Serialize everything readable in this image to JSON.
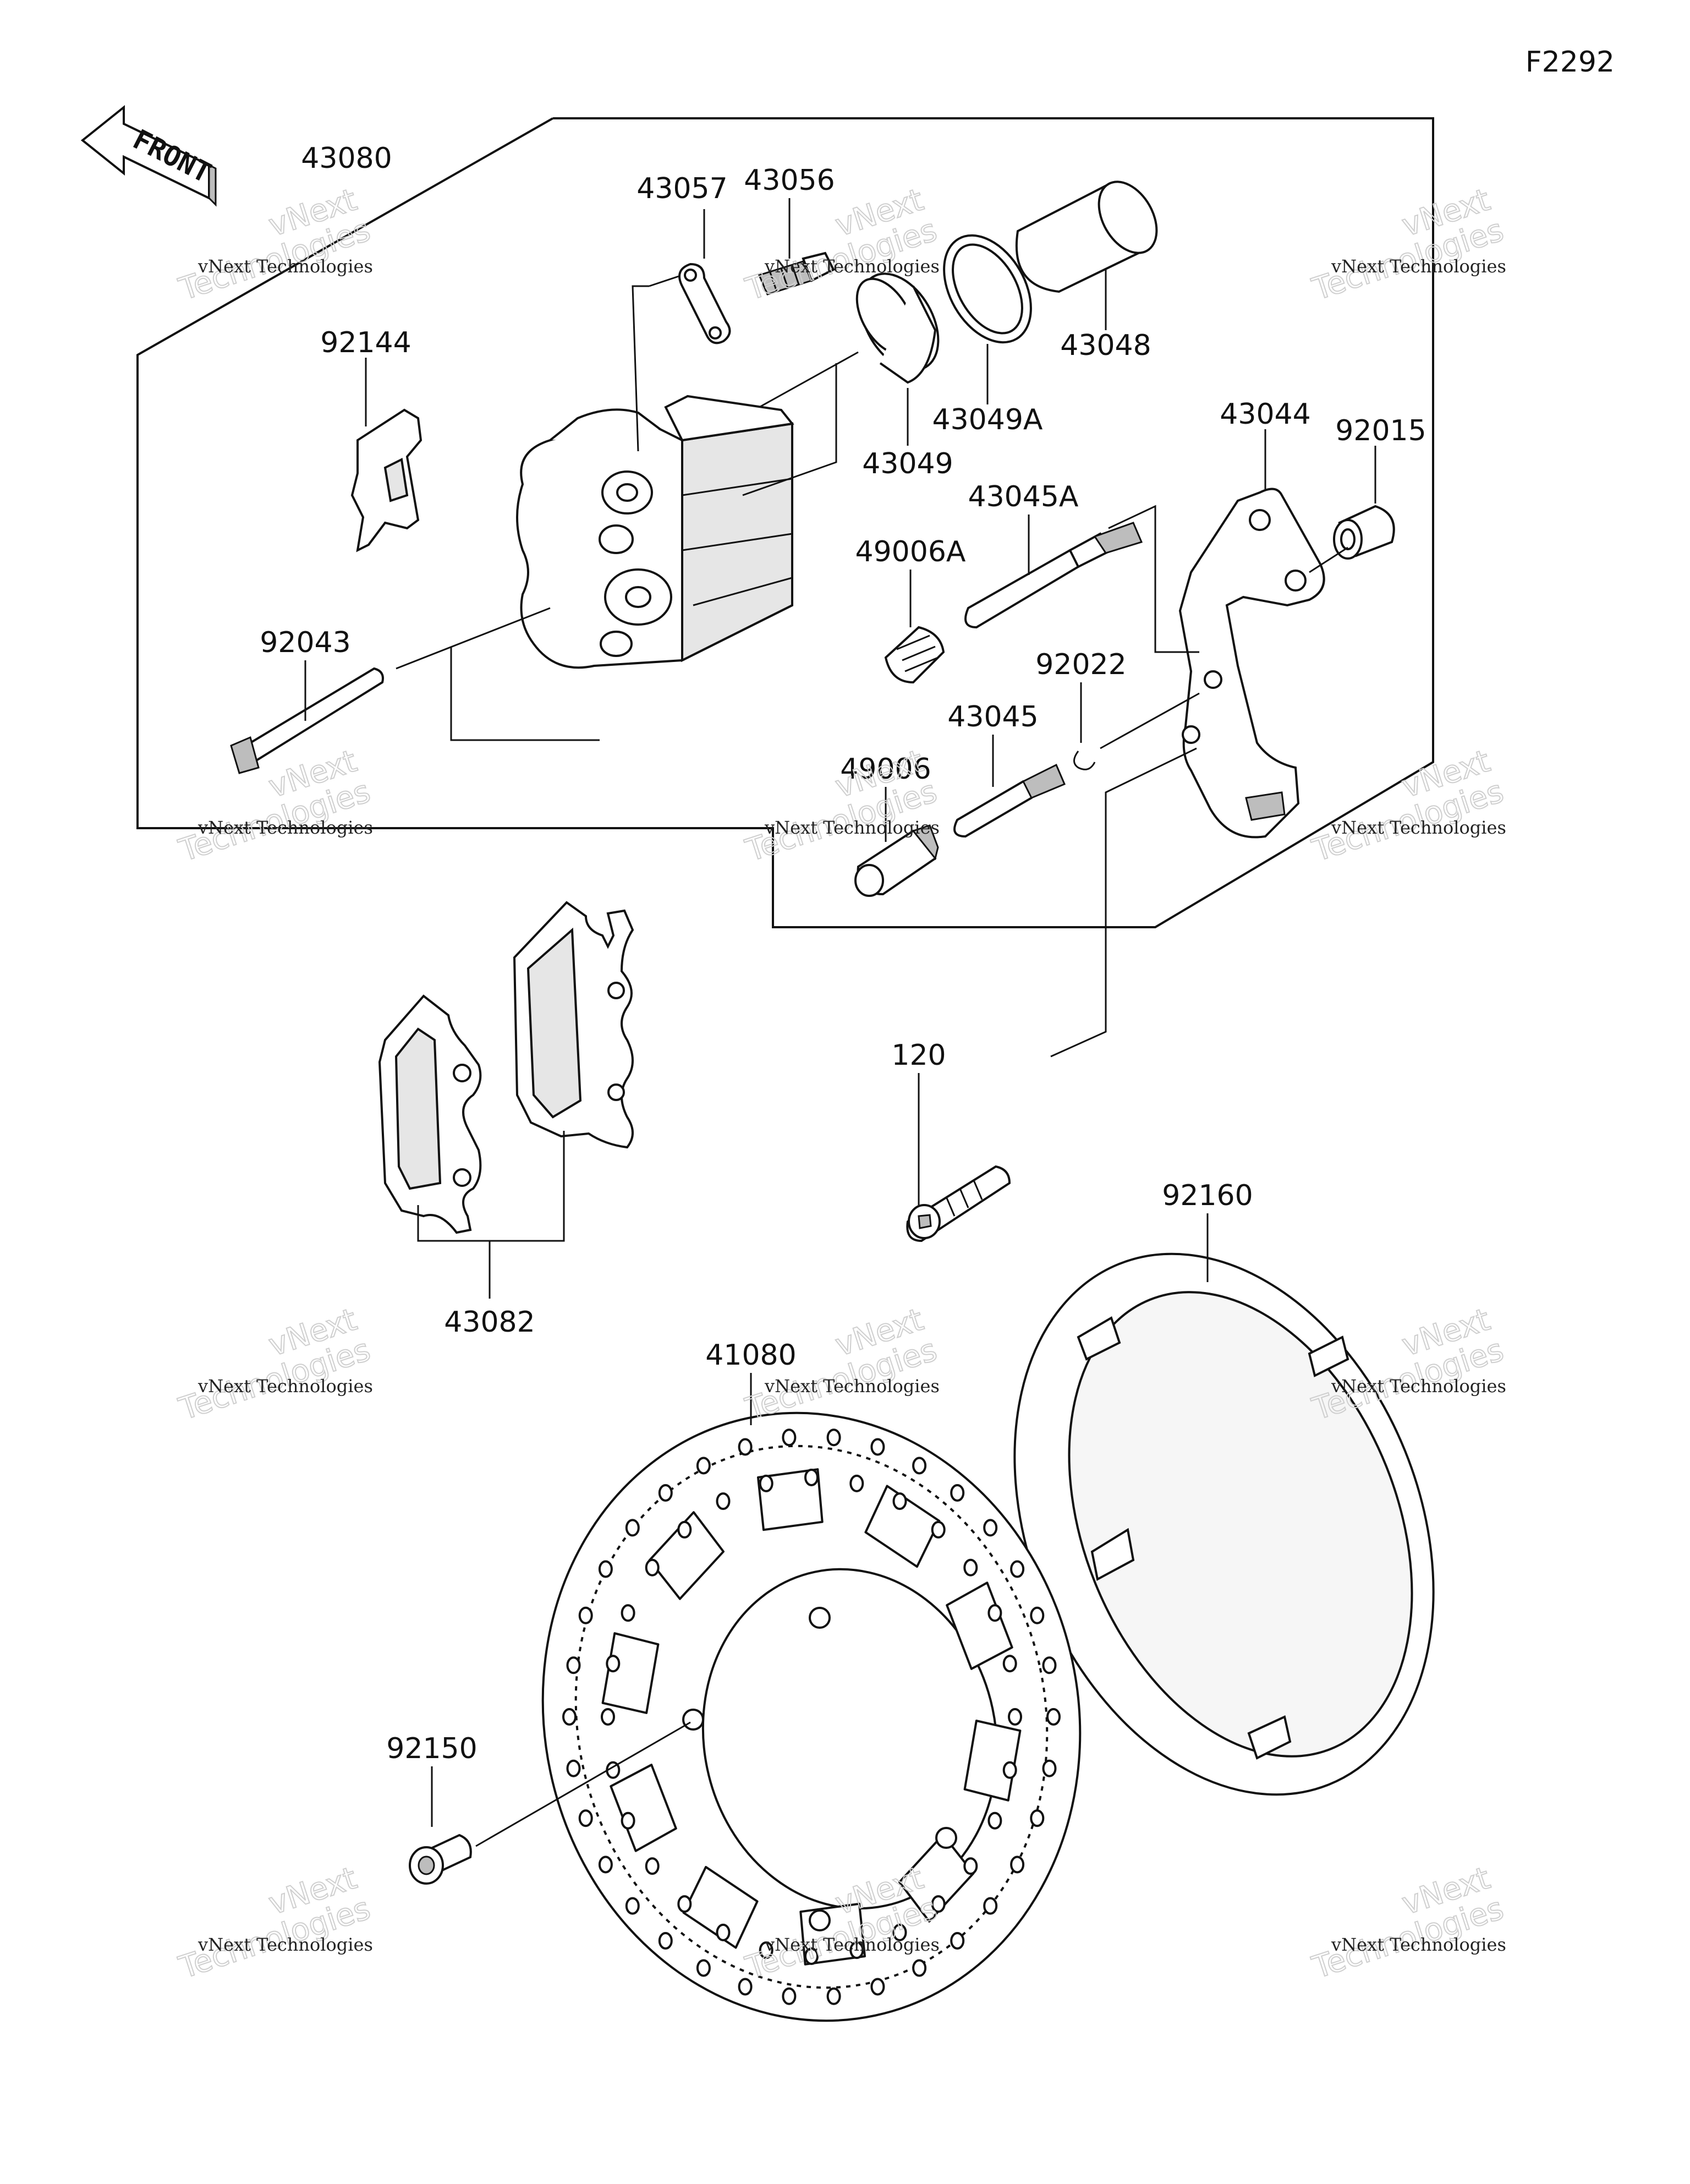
{
  "figure_id": "F2292",
  "front_arrow_text": "FRONT",
  "watermark": {
    "line1": "vNext Technologies",
    "line2": "Technologies",
    "line3": "vNext"
  },
  "part_numbers": {
    "p43080": "43080",
    "p43057": "43057",
    "p43056": "43056",
    "p43048": "43048",
    "p43049a": "43049A",
    "p43049": "43049",
    "p92144": "92144",
    "p43044": "43044",
    "p92015": "92015",
    "p43045a": "43045A",
    "p49006a": "49006A",
    "p92043": "92043",
    "p92022": "92022",
    "p43045": "43045",
    "p49006": "49006",
    "p120": "120",
    "p43082": "43082",
    "p92160": "92160",
    "p41080": "41080",
    "p92150": "92150"
  }
}
